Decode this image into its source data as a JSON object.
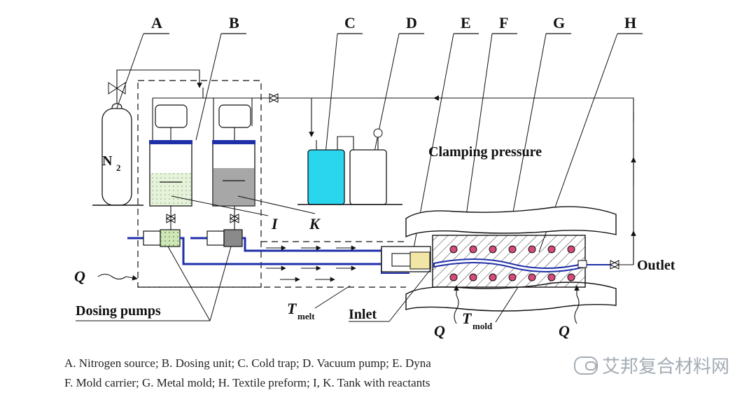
{
  "letters": {
    "a": "A",
    "b": "B",
    "c": "C",
    "d": "D",
    "e": "E",
    "f": "F",
    "g": "G",
    "h": "H"
  },
  "labels": {
    "n2": "N",
    "n2_sub": "2",
    "clamping": "Clamping pressure",
    "outlet": "Outlet",
    "dosing_pumps": "Dosing pumps",
    "inlet": "Inlet",
    "i": "I",
    "k": "K",
    "q": "Q",
    "t": "T",
    "melt": "melt",
    "mold": "mold"
  },
  "caption": {
    "line1": "A. Nitrogen source; B. Dosing unit; C. Cold trap; D. Vacuum pump; E. Dyna",
    "line2": "F. Mold carrier; G. Metal mold; H. Textile preform; I, K. Tank with reactants"
  },
  "watermark": {
    "text": "艾邦复合材料网"
  },
  "colors": {
    "line": "#1a1a1a",
    "blue_line": "#1f2fa8",
    "cold_trap": "#29d6ee",
    "tank_green": "#cfe6b8",
    "tank_dark": "#8a8a8a",
    "heater": "#d64a7a",
    "insert": "#f2e6a6"
  }
}
